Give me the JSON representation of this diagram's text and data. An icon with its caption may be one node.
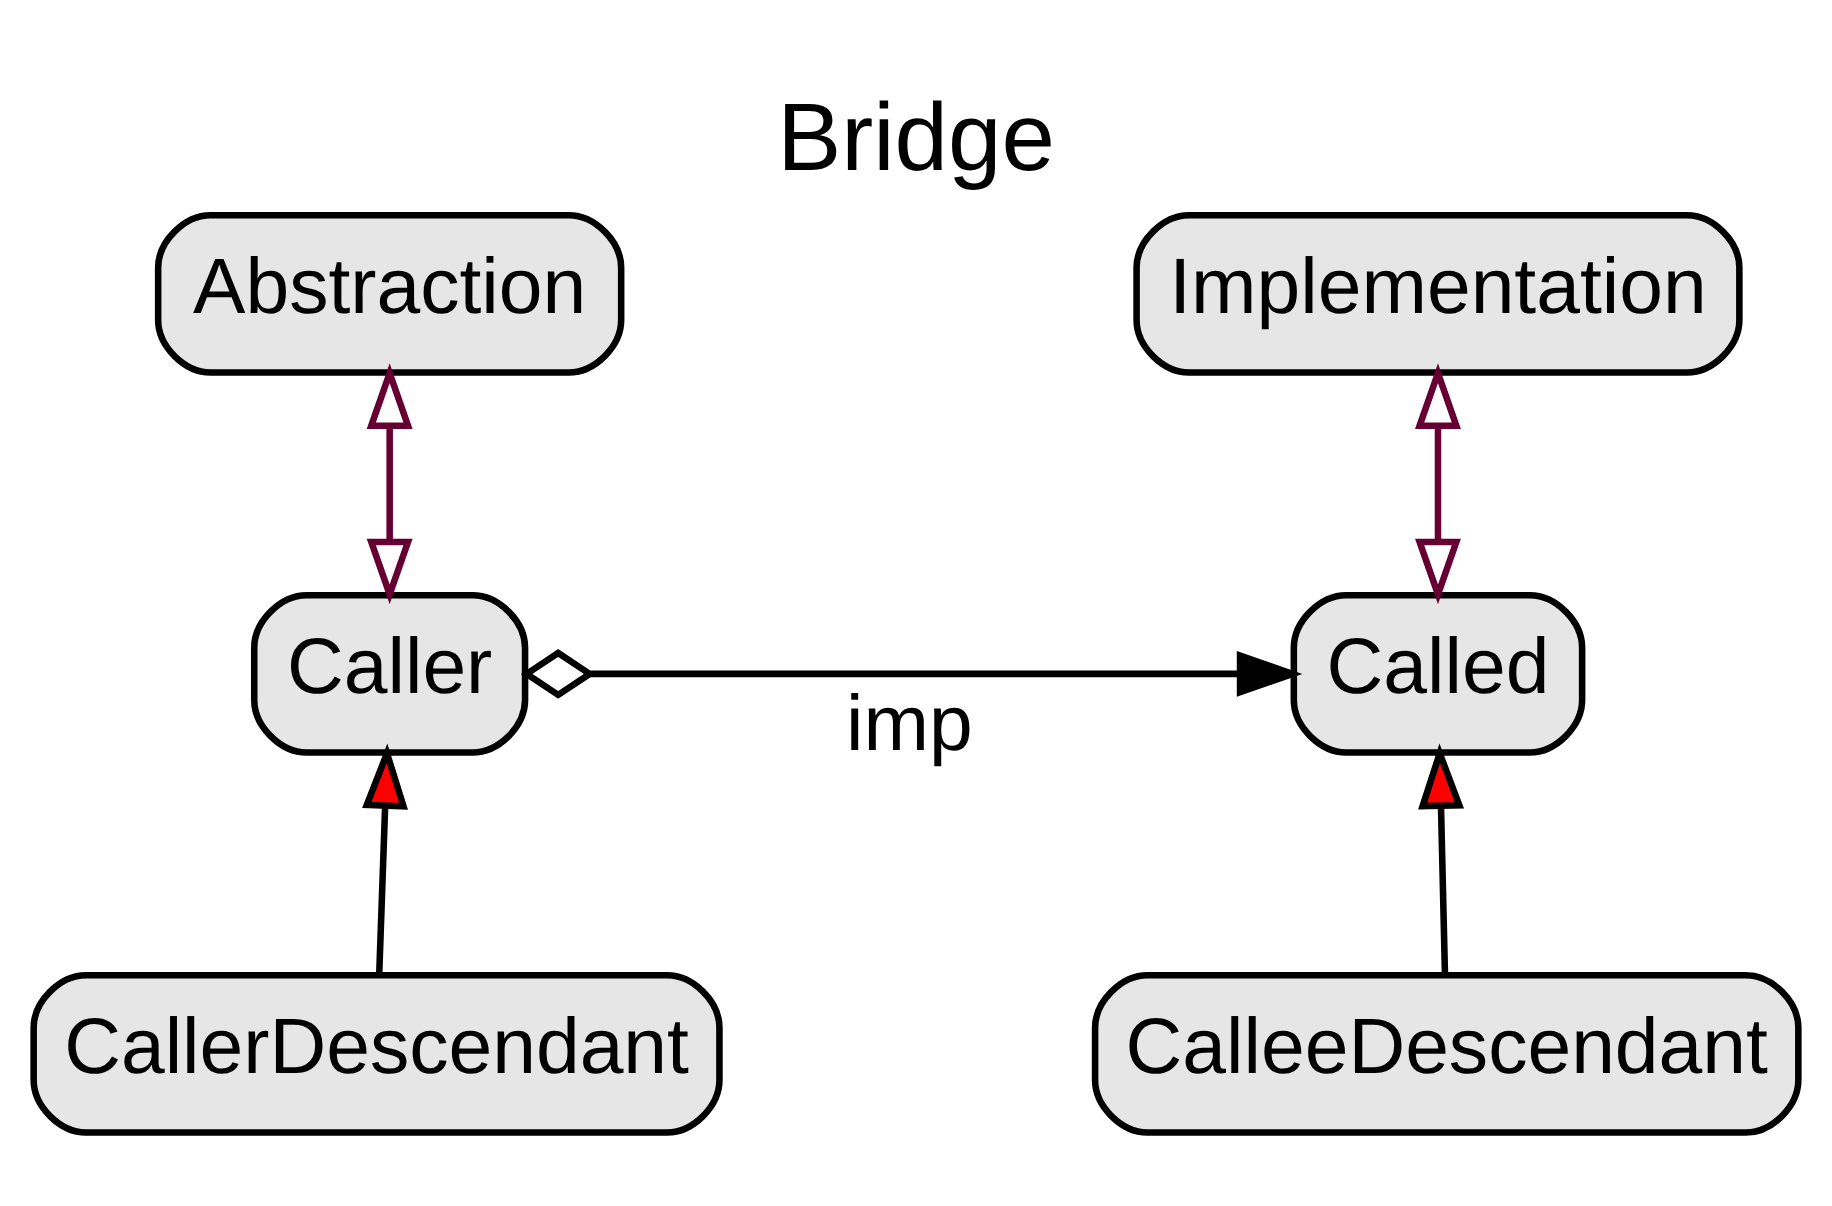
{
  "diagram": {
    "title": "Bridge",
    "nodes": [
      {
        "text": [
          "Abstraction"
        ]
      },
      {
        "text": [
          "Implementation"
        ]
      },
      {
        "text": [
          "Caller"
        ]
      },
      {
        "text": [
          "Called"
        ]
      },
      {
        "text": [
          "CallerDescendant"
        ]
      },
      {
        "text": [
          "CalleeDescendant"
        ]
      }
    ],
    "edges": [
      {
        "from": 2,
        "to": 0,
        "arrow": "both",
        "color": "#660033"
      },
      {
        "from": 3,
        "to": 1,
        "arrow": "both",
        "color": "#660033"
      },
      {
        "from": 2,
        "to": 3,
        "arrow": "to",
        "label": "imp"
      },
      {
        "from": 4,
        "to": 2,
        "arrow": "to"
      },
      {
        "from": 5,
        "to": 3,
        "arrow": "to"
      }
    ]
  }
}
